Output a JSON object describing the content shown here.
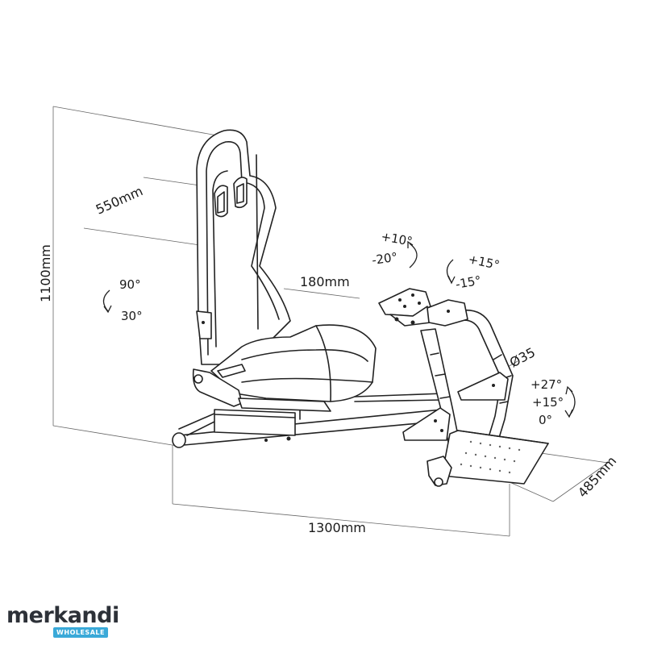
{
  "dimensions": {
    "height": "1100mm",
    "depth": "550mm",
    "slide": "180mm",
    "length": "1300mm",
    "width": "485mm",
    "tube": "Ø35"
  },
  "angles": {
    "backrest_top": "90°",
    "backrest_bottom": "30°",
    "wheel_top": "+10°",
    "wheel_bottom": "-20°",
    "shifter_top": "+15°",
    "shifter_bottom": "-15°",
    "pedal_top": "+27°",
    "pedal_mid": "+15°",
    "pedal_bottom": "0°"
  },
  "logo": {
    "name": "merkandi",
    "badge": "WHOLESALE"
  },
  "colors": {
    "line": "#222222",
    "brand_badge": "#3aa9d8",
    "brand_text": "#2d3138"
  }
}
